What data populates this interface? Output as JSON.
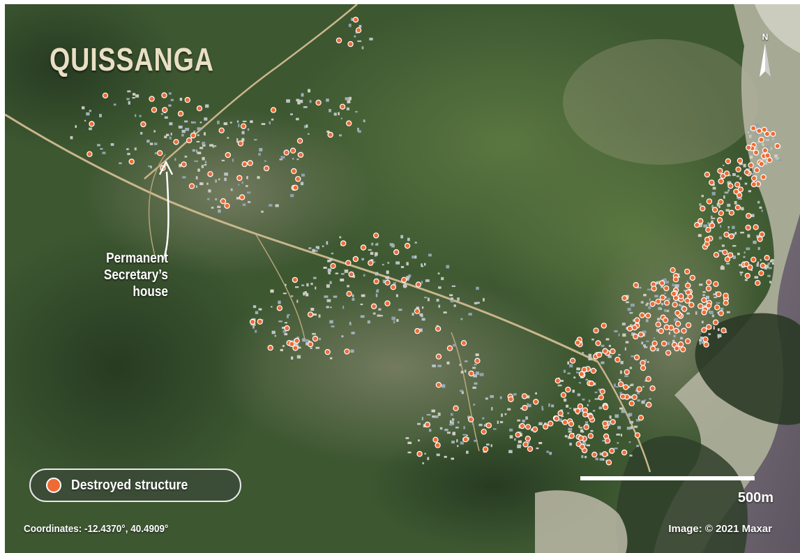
{
  "map": {
    "title": "QUISSANGA",
    "annotation": "Permanent Secretary's house",
    "annotation_lines": [
      "Permanent",
      "Secretary’s house"
    ],
    "legend": {
      "label": "Destroyed structure",
      "marker_color": "#ef6b35"
    },
    "scale": {
      "label": "500m"
    },
    "north_label": "N",
    "coordinates": "Coordinates: -12.4370°, 40.4909°",
    "credit": "Image: © 2021 Maxar",
    "colors": {
      "vegetation": "#3f5a33",
      "sea": "#6e646a",
      "road": "#c7b48a",
      "marker": "#ef6b35",
      "marker_stroke": "#ffffff"
    }
  }
}
